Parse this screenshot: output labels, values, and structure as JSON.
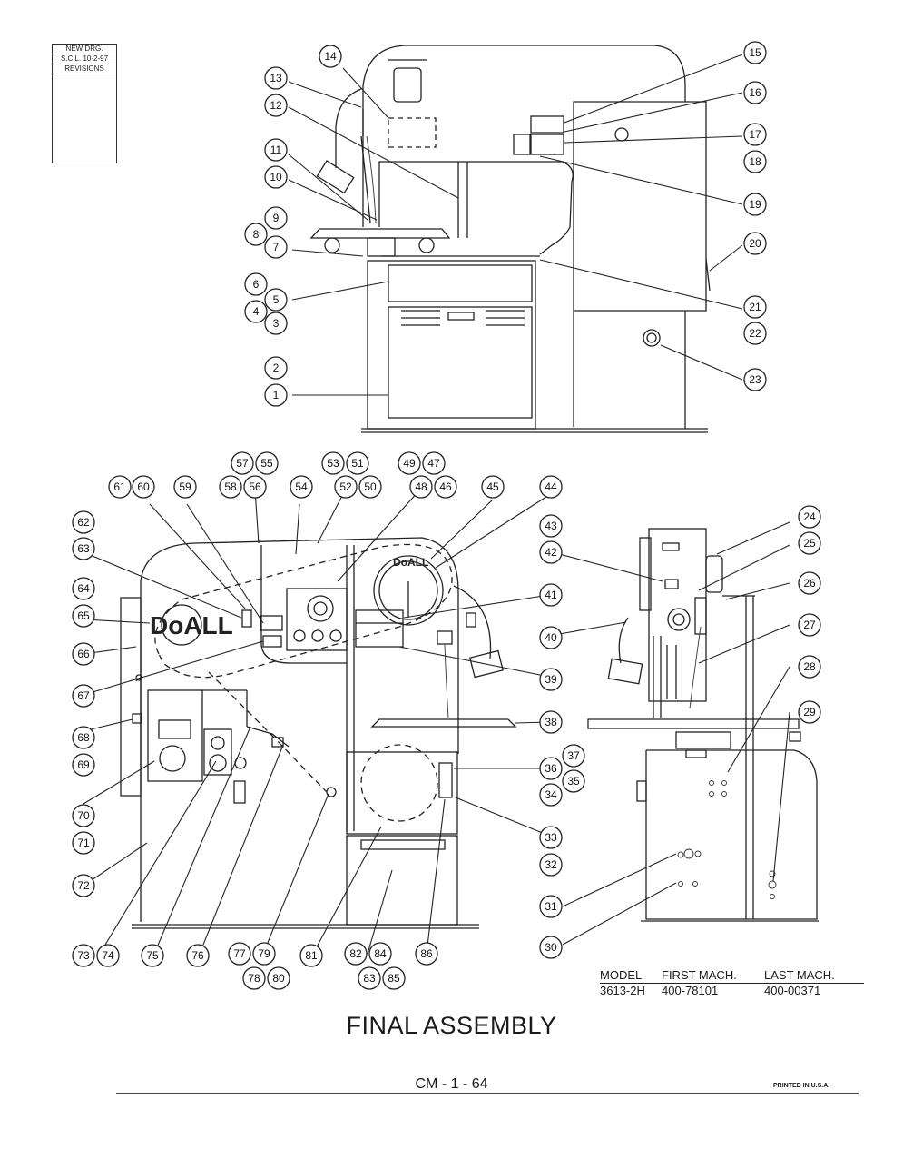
{
  "revision_block": {
    "line1": "NEW DRG.",
    "line2": "S.C.L.  10-2-97",
    "line3": "REVISIONS"
  },
  "logo_text": "DoALL",
  "logo_small": "DoALL",
  "callouts": [
    "1",
    "2",
    "3",
    "4",
    "5",
    "6",
    "7",
    "8",
    "9",
    "10",
    "11",
    "12",
    "13",
    "14",
    "15",
    "16",
    "17",
    "18",
    "19",
    "20",
    "21",
    "22",
    "23",
    "24",
    "25",
    "26",
    "27",
    "28",
    "29",
    "30",
    "31",
    "32",
    "33",
    "34",
    "35",
    "36",
    "37",
    "38",
    "39",
    "40",
    "41",
    "42",
    "43",
    "44",
    "45",
    "46",
    "47",
    "48",
    "49",
    "50",
    "51",
    "52",
    "53",
    "54",
    "55",
    "56",
    "57",
    "58",
    "59",
    "60",
    "61",
    "62",
    "63",
    "64",
    "65",
    "66",
    "67",
    "68",
    "69",
    "70",
    "71",
    "72",
    "73",
    "74",
    "75",
    "76",
    "77",
    "78",
    "79",
    "80",
    "81",
    "82",
    "83",
    "84",
    "85",
    "86"
  ],
  "model_table": {
    "headers": [
      "MODEL",
      "FIRST MACH.",
      "LAST MACH."
    ],
    "row": [
      "3613-2H",
      "400-78101",
      "400-00371"
    ]
  },
  "title": "FINAL ASSEMBLY",
  "page_number": "CM - 1 - 64",
  "printed": "PRINTED IN U.S.A.",
  "colors": {
    "ink": "#222222",
    "paper": "#ffffff"
  }
}
